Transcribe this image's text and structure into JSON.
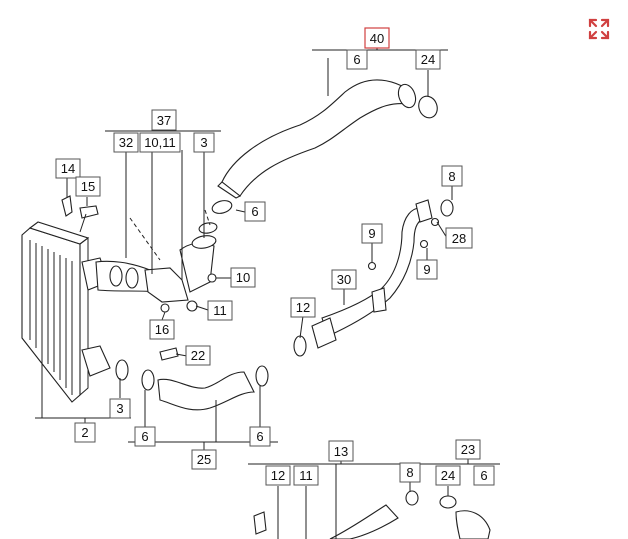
{
  "colors": {
    "accent": "#d04040",
    "ink": "#222222",
    "box_border": "#555555"
  },
  "toolbar": {
    "expand_icon": "expand-arrows-icon"
  },
  "callouts": {
    "c40": "40",
    "c6a": "6",
    "c24a": "24",
    "c37": "37",
    "c32": "32",
    "c1011": "10,11",
    "c3a": "3",
    "c14": "14",
    "c15": "15",
    "c6b": "6",
    "c8a": "8",
    "c9a": "9",
    "c28": "28",
    "c9b": "9",
    "c30": "30",
    "c10": "10",
    "c11a": "11",
    "c16": "16",
    "c12a": "12",
    "c22": "22",
    "c3b": "3",
    "c2": "2",
    "c6c": "6",
    "c6d": "6",
    "c25": "25",
    "c13": "13",
    "c12b": "12",
    "c11b": "11",
    "c8b": "8",
    "c23": "23",
    "c24b": "24",
    "c6e": "6"
  }
}
